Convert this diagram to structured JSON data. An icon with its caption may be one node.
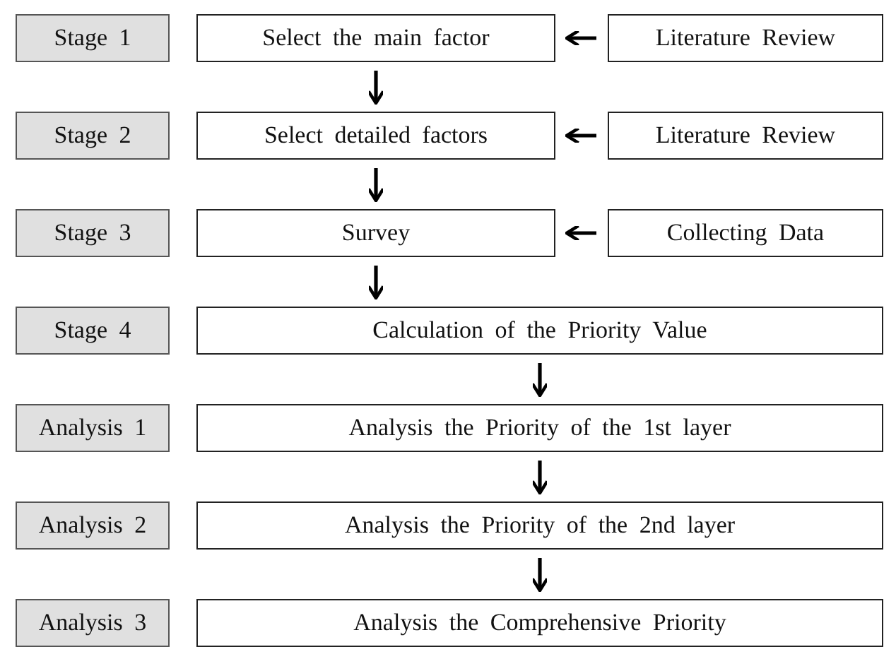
{
  "diagram": {
    "nodes": [
      {
        "text": [
          "Stage 1"
        ]
      },
      {
        "text": [
          "Select the main factor"
        ]
      },
      {
        "text": [
          "Literature Review"
        ]
      },
      {
        "text": [
          "Stage 2"
        ]
      },
      {
        "text": [
          "Select detailed factors"
        ]
      },
      {
        "text": [
          "Literature Review"
        ]
      },
      {
        "text": [
          "Stage 3"
        ]
      },
      {
        "text": [
          "Survey"
        ]
      },
      {
        "text": [
          "Collecting Data"
        ]
      },
      {
        "text": [
          "Stage 4"
        ]
      },
      {
        "text": [
          "Calculation of the Priority Value"
        ]
      },
      {
        "text": [
          "Analysis 1"
        ]
      },
      {
        "text": [
          "Analysis the Priority of the 1st layer"
        ]
      },
      {
        "text": [
          "Analysis 2"
        ]
      },
      {
        "text": [
          "Analysis the Priority of the 2nd layer"
        ]
      },
      {
        "text": [
          "Analysis 3"
        ]
      },
      {
        "text": [
          "Analysis the Comprehensive Priority"
        ]
      }
    ],
    "edges": [
      {
        "from": 2,
        "to": 1,
        "arrow": "to"
      },
      {
        "from": 1,
        "to": 4,
        "arrow": "to"
      },
      {
        "from": 5,
        "to": 4,
        "arrow": "to"
      },
      {
        "from": 4,
        "to": 7,
        "arrow": "to"
      },
      {
        "from": 8,
        "to": 7,
        "arrow": "to"
      },
      {
        "from": 7,
        "to": 10,
        "arrow": "to"
      },
      {
        "from": 10,
        "to": 12,
        "arrow": "to"
      },
      {
        "from": 12,
        "to": 14,
        "arrow": "to"
      },
      {
        "from": 14,
        "to": 16,
        "arrow": "to"
      }
    ]
  }
}
